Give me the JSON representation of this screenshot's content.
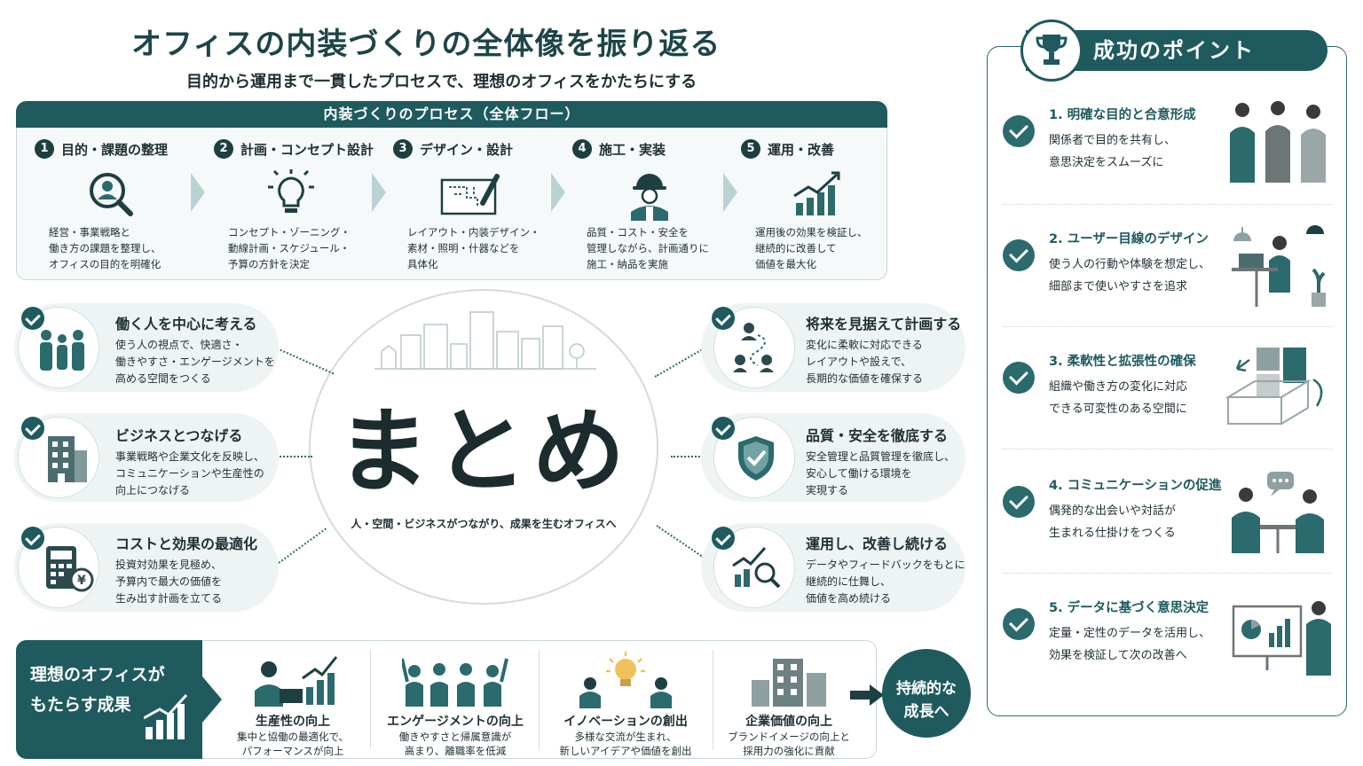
{
  "title": "オフィスの内装づくりの全体像を振り返る",
  "subtitle": "目的から運用まで一貫したプロセスで、理想のオフィスをかたちにする",
  "process": {
    "header": "内装づくりのプロセス（全体フロー）",
    "steps": [
      {
        "num": "1",
        "title": "目的・課題の整理",
        "desc": "経営・事業戦略と\n働き方の課題を整理し、\nオフィスの目的を明確化",
        "icon": "search-person-icon"
      },
      {
        "num": "2",
        "title": "計画・コンセプト設計",
        "desc": "コンセプト・ゾーニング・\n動線計画・スケジュール・\n予算の方針を決定",
        "icon": "lightbulb-icon"
      },
      {
        "num": "3",
        "title": "デザイン・設計",
        "desc": "レイアウト・内装デザイン・\n素材・照明・什器などを\n具体化",
        "icon": "blueprint-pencil-icon"
      },
      {
        "num": "4",
        "title": "施工・実装",
        "desc": "品質・コスト・安全を\n管理しながら、計画通りに\n施工・納品を実施",
        "icon": "worker-helmet-icon"
      },
      {
        "num": "5",
        "title": "運用・改善",
        "desc": "運用後の効果を検証し、\n継続的に改善して\n価値を最大化",
        "icon": "growth-chart-icon"
      }
    ]
  },
  "center": {
    "big": "まとめ",
    "tagline": "人・空間・ビジネスがつながり、成果を生むオフィスへ"
  },
  "cards": {
    "left": [
      {
        "title": "働く人を中心に考える",
        "desc": "使う人の視点で、快適さ・\n働きやすさ・エンゲージメントを\n高める空間をつくる",
        "icon": "people-group-icon"
      },
      {
        "title": "ビジネスとつなげる",
        "desc": "事業戦略や企業文化を反映し、\nコミュニケーションや生産性の\n向上につなげる",
        "icon": "office-building-icon"
      },
      {
        "title": "コストと効果の最適化",
        "desc": "投資対効果を見極め、\n予算内で最大の価値を\n生み出す計画を立てる",
        "icon": "calculator-yen-icon"
      }
    ],
    "right": [
      {
        "title": "将来を見据えて計画する",
        "desc": "変化に柔軟に対応できる\nレイアウトや設えで、\n長期的な価値を確保する",
        "icon": "person-path-icon"
      },
      {
        "title": "品質・安全を徹底する",
        "desc": "安全管理と品質管理を徹底し、\n安心して働ける環境を\n実現する",
        "icon": "shield-check-icon"
      },
      {
        "title": "運用し、改善し続ける",
        "desc": "データやフィードバックをもとに\n継続的に仕舞し、\n価値を高め続ける",
        "icon": "chart-magnifier-icon"
      }
    ]
  },
  "results": {
    "lead": "理想のオフィスが\nもたらす成果",
    "items": [
      {
        "title": "生産性の向上",
        "desc": "集中と協働の最適化で、\nパフォーマンスが向上",
        "icon": "worker-laptop-chart-icon"
      },
      {
        "title": "エンゲージメントの向上",
        "desc": "働きやすさと帰属意識が\n高まり、離職率を低減",
        "icon": "cheering-team-icon"
      },
      {
        "title": "イノベーションの創出",
        "desc": "多様な交流が生まれ、\n新しいアイデアや価値を創出",
        "icon": "idea-people-icon"
      },
      {
        "title": "企業価値の向上",
        "desc": "ブランドイメージの向上と\n採用力の強化に貢献",
        "icon": "company-buildings-icon"
      }
    ],
    "growth": "持続的な\n成長へ"
  },
  "success": {
    "header": "成功のポイント",
    "points": [
      {
        "title": "1. 明確な目的と合意形成",
        "desc": "関係者で目的を共有し、\n意思決定をスムーズに",
        "icon": "three-people-icon"
      },
      {
        "title": "2. ユーザー目線のデザイン",
        "desc": "使う人の行動や体験を想定し、\n細部まで使いやすさを追求",
        "icon": "person-desk-icon"
      },
      {
        "title": "3. 柔軟性と拡張性の確保",
        "desc": "組織や働き方の変化に対応\nできる可変性のある空間に",
        "icon": "modular-space-icon"
      },
      {
        "title": "4. コミュニケーションの促進",
        "desc": "偶発的な出会いや対話が\n生まれる仕掛けをつくる",
        "icon": "conversation-icon"
      },
      {
        "title": "5. データに基づく意思決定",
        "desc": "定量・定性のデータを活用し、\n効果を検証して次の改善へ",
        "icon": "data-presentation-icon"
      }
    ]
  },
  "colors": {
    "accent": "#1e5a5e",
    "dark": "#1d3f42",
    "light": "#eef3f3"
  }
}
